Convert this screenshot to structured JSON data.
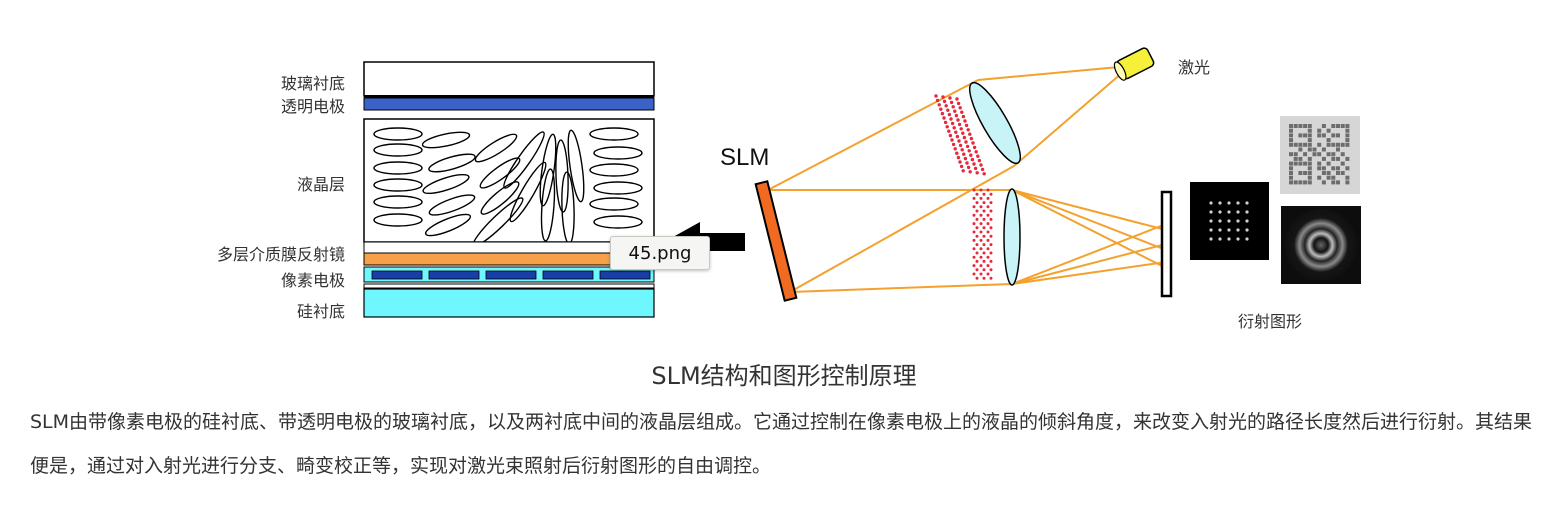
{
  "layers": {
    "glass_substrate": "玻璃衬底",
    "transparent_electrode": "透明电极",
    "liquid_crystal_layer": "液晶层",
    "dielectric_mirror": "多层介质膜反射镜",
    "pixel_electrode": "像素电极",
    "silicon_substrate": "硅衬底"
  },
  "labels": {
    "slm": "SLM",
    "laser": "激光",
    "diffraction_pattern": "衍射图形"
  },
  "tooltip": "45.png",
  "caption": "SLM结构和图形控制原理",
  "description": "SLM由带像素电极的硅衬底、带透明电极的玻璃衬底，以及两衬底中间的液晶层组成。它通过控制在像素电极上的液晶的倾斜角度，来改变入射光的路径长度然后进行衍射。其结果便是，通过对入射光进行分支、畸变校正等，实现对激光束照射后衍射图形的自由调控。",
  "colors": {
    "transparent_electrode": "#3a62c9",
    "dielectric_mirror": "#f6a04a",
    "pixel_electrode": "#1a3ea8",
    "silicon_substrate": "#6ff7ff",
    "slm_panel": "#f06a22",
    "beam": "#f4a12e",
    "lens": "#c8f3f7",
    "dots": "#e8283a",
    "laser_body": "#f7f03a"
  }
}
